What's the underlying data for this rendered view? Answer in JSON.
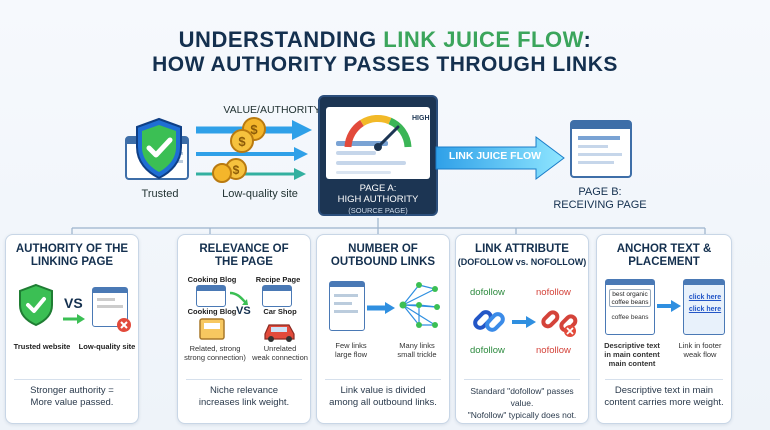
{
  "title": {
    "line1_prefix": "UNDERSTANDING ",
    "line1_accent": "LINK JUICE FLOW",
    "line1_suffix": ":",
    "line2": "HOW AUTHORITY PASSES THROUGH LINKS"
  },
  "flow": {
    "value_authority": "VALUE/AUTHORITY",
    "trusted": "Trusted",
    "low_quality": "Low-quality site",
    "gauge_label": "HIGH",
    "page_a_line1": "PAGE A:",
    "page_a_line2": "HIGH AUTHORITY",
    "page_a_line3": "(SOURCE PAGE)",
    "link_juice_flow": "LINK JUICE FLOW",
    "page_b_line1": "PAGE B:",
    "page_b_line2": "RECEIVING PAGE"
  },
  "cards": [
    {
      "title_line1": "AUTHORITY OF THE",
      "title_line2": "LINKING PAGE",
      "vs": "VS",
      "left_caption": "Trusted website",
      "right_caption": "Low-quality site",
      "desc_line1": "Stronger authority =",
      "desc_line2": "More value passed."
    },
    {
      "title_line1": "RELEVANCE OF",
      "title_line2": "THE PAGE",
      "tag_cooking_blog_1": "Cooking Blog",
      "tag_recipe_page": "Recipe Page",
      "tag_cooking_blog_2": "Cooking Blog",
      "tag_car_shop": "Car Shop",
      "vs": "VS",
      "left_caption_line1": "Related, strong",
      "left_caption_line2": "strong connection)",
      "right_caption_line1": "Unrelated",
      "right_caption_line2": "weak connection",
      "desc_line1": "Niche relevance",
      "desc_line2": "increases link weight."
    },
    {
      "title_line1": "NUMBER OF",
      "title_line2": "OUTBOUND LINKS",
      "left_caption_line1": "Few links",
      "left_caption_line2": "large flow",
      "right_caption_line1": "Many links",
      "right_caption_line2": "small trickle",
      "desc_line1": "Link value is divided",
      "desc_line2": "among all outbound links."
    },
    {
      "title_line1": "LINK ATTRIBUTE",
      "title_line2": "(DOFOLLOW vs. NOFOLLOW)",
      "dofollow_top": "dofollow",
      "nofollow_top": "nofollow",
      "dofollow_bottom": "dofollow",
      "nofollow_bottom": "nofollow",
      "desc_line1": "Standard \"dofollow\" passes value.",
      "desc_line2": "\"Nofollow\" typically does not."
    },
    {
      "title_line1": "ANCHOR TEXT &",
      "title_line2": "PLACEMENT",
      "note_line1": "best organic",
      "note_line2": "coffee beans",
      "note_line3": "coffee beans",
      "click_here_1": "click here",
      "click_here_2": "click here",
      "left_caption_line1": "Descriptive text",
      "left_caption_line2": "in main content",
      "left_caption_line3": "main content",
      "right_caption_line1": "Link in footer",
      "right_caption_line2": "weak flow",
      "desc_line1": "Descriptive text in main",
      "desc_line2": "content carries more weight."
    }
  ],
  "colors": {
    "navy": "#14304f",
    "accent_green": "#3ba55c",
    "link_blue": "#2f8fe0",
    "danger_red": "#d4433a"
  }
}
